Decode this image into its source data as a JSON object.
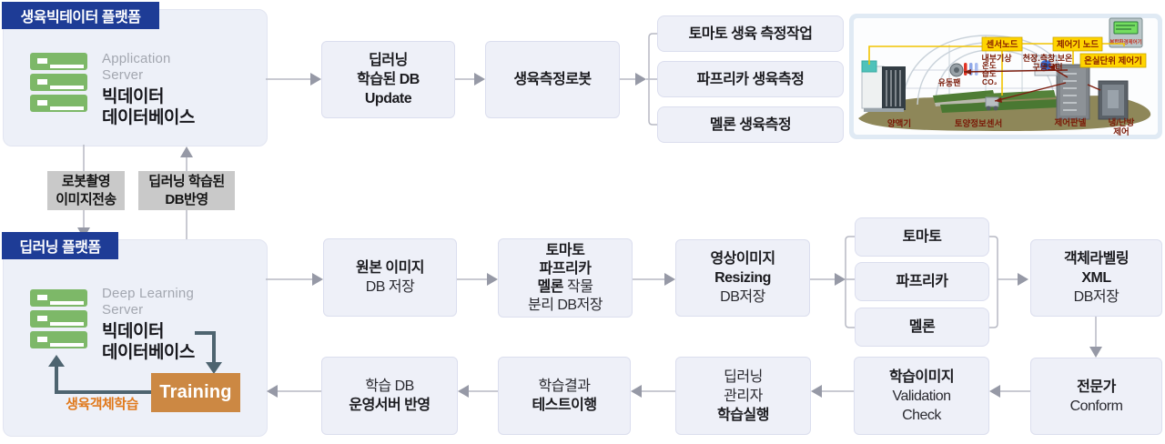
{
  "platform1": {
    "badge": "생육빅테이터 플랫폼",
    "server_type_1": "Application",
    "server_type_2": "Server",
    "server_name_1": "빅데이터",
    "server_name_2": "데이터베이스"
  },
  "platform2": {
    "badge": "딥러닝 플랫폼",
    "server_type_1": "Deep Learning",
    "server_type_2": "Server",
    "server_name_1": "빅데이터",
    "server_name_2": "데이터베이스",
    "training": "Training",
    "loop_label": "생육객체학습"
  },
  "transfer": {
    "down_1": "로봇촬영",
    "down_2": "이미지전송",
    "up_1": "딥러닝 학습된",
    "up_2": "DB반영"
  },
  "top_flow": {
    "db_update": [
      "딥러닝",
      "학습된 DB",
      "Update"
    ],
    "robot": "생육측정로봇",
    "tasks": [
      "토마토 생육 측정작업",
      "파프리카 생육측정",
      "멜론 생육측정"
    ]
  },
  "mid_flow": {
    "origin": {
      "l1": "원본 이미지",
      "l2": "DB 저장"
    },
    "separate": {
      "l1": "토마토",
      "l2": "파프리카",
      "l3b": "멜론",
      "l3r": "작물",
      "l4": "분리 DB저장"
    },
    "resize": {
      "l1": "영상이미지",
      "l2": "Resizing",
      "l3": "DB저장"
    },
    "crops": [
      "토마토",
      "파프리카",
      "멜론"
    ],
    "labeling": {
      "l1": "객체라벨링",
      "l2": "XML",
      "l3": "DB저장"
    },
    "expert": {
      "l1": "전문가",
      "l2": "Conform"
    }
  },
  "bottom_flow": {
    "deploy": {
      "l1": "학습 DB",
      "l2": "운영서버 반영"
    },
    "test": {
      "l1": "학습결과",
      "l2": "테스트이행"
    },
    "train_exec": {
      "l1": "딥러닝",
      "l2": "관리자",
      "l3": "학습실행"
    },
    "validation": {
      "l1": "학습이미지",
      "l2": "Validation",
      "l3": "Check"
    }
  },
  "photo": {
    "badges": {
      "sensor_node": "센서노드",
      "controller_node": "제어기 노드",
      "greenhouse_controller": "온실단위 제어기"
    },
    "annotations": {
      "weather": "내부기상",
      "motors_1": "천장.측창.보온",
      "motors_2": "구동모터",
      "temp": "온도",
      "humid": "습도",
      "co2": "CO₂",
      "fan": "유동팬"
    },
    "equipment": {
      "nutrient": "양액기",
      "soil": "토양정보센서",
      "panel": "제어판넬",
      "hvac_1": "냉/난방",
      "hvac_2": "제어",
      "device": "복합환경제어기"
    }
  },
  "colors": {
    "navy": "#1e3c96",
    "box_fill": "#eef0f8",
    "green_icon": "#7db868",
    "orange": "#cc8843",
    "orange_text": "#e0791c",
    "arrow_gray": "#9699a6",
    "slate_arrow": "#4e6470",
    "label_gray": "#c9c9c9",
    "badge_yellow": "#ffd400",
    "photo_label_red": "#7a1a08"
  }
}
